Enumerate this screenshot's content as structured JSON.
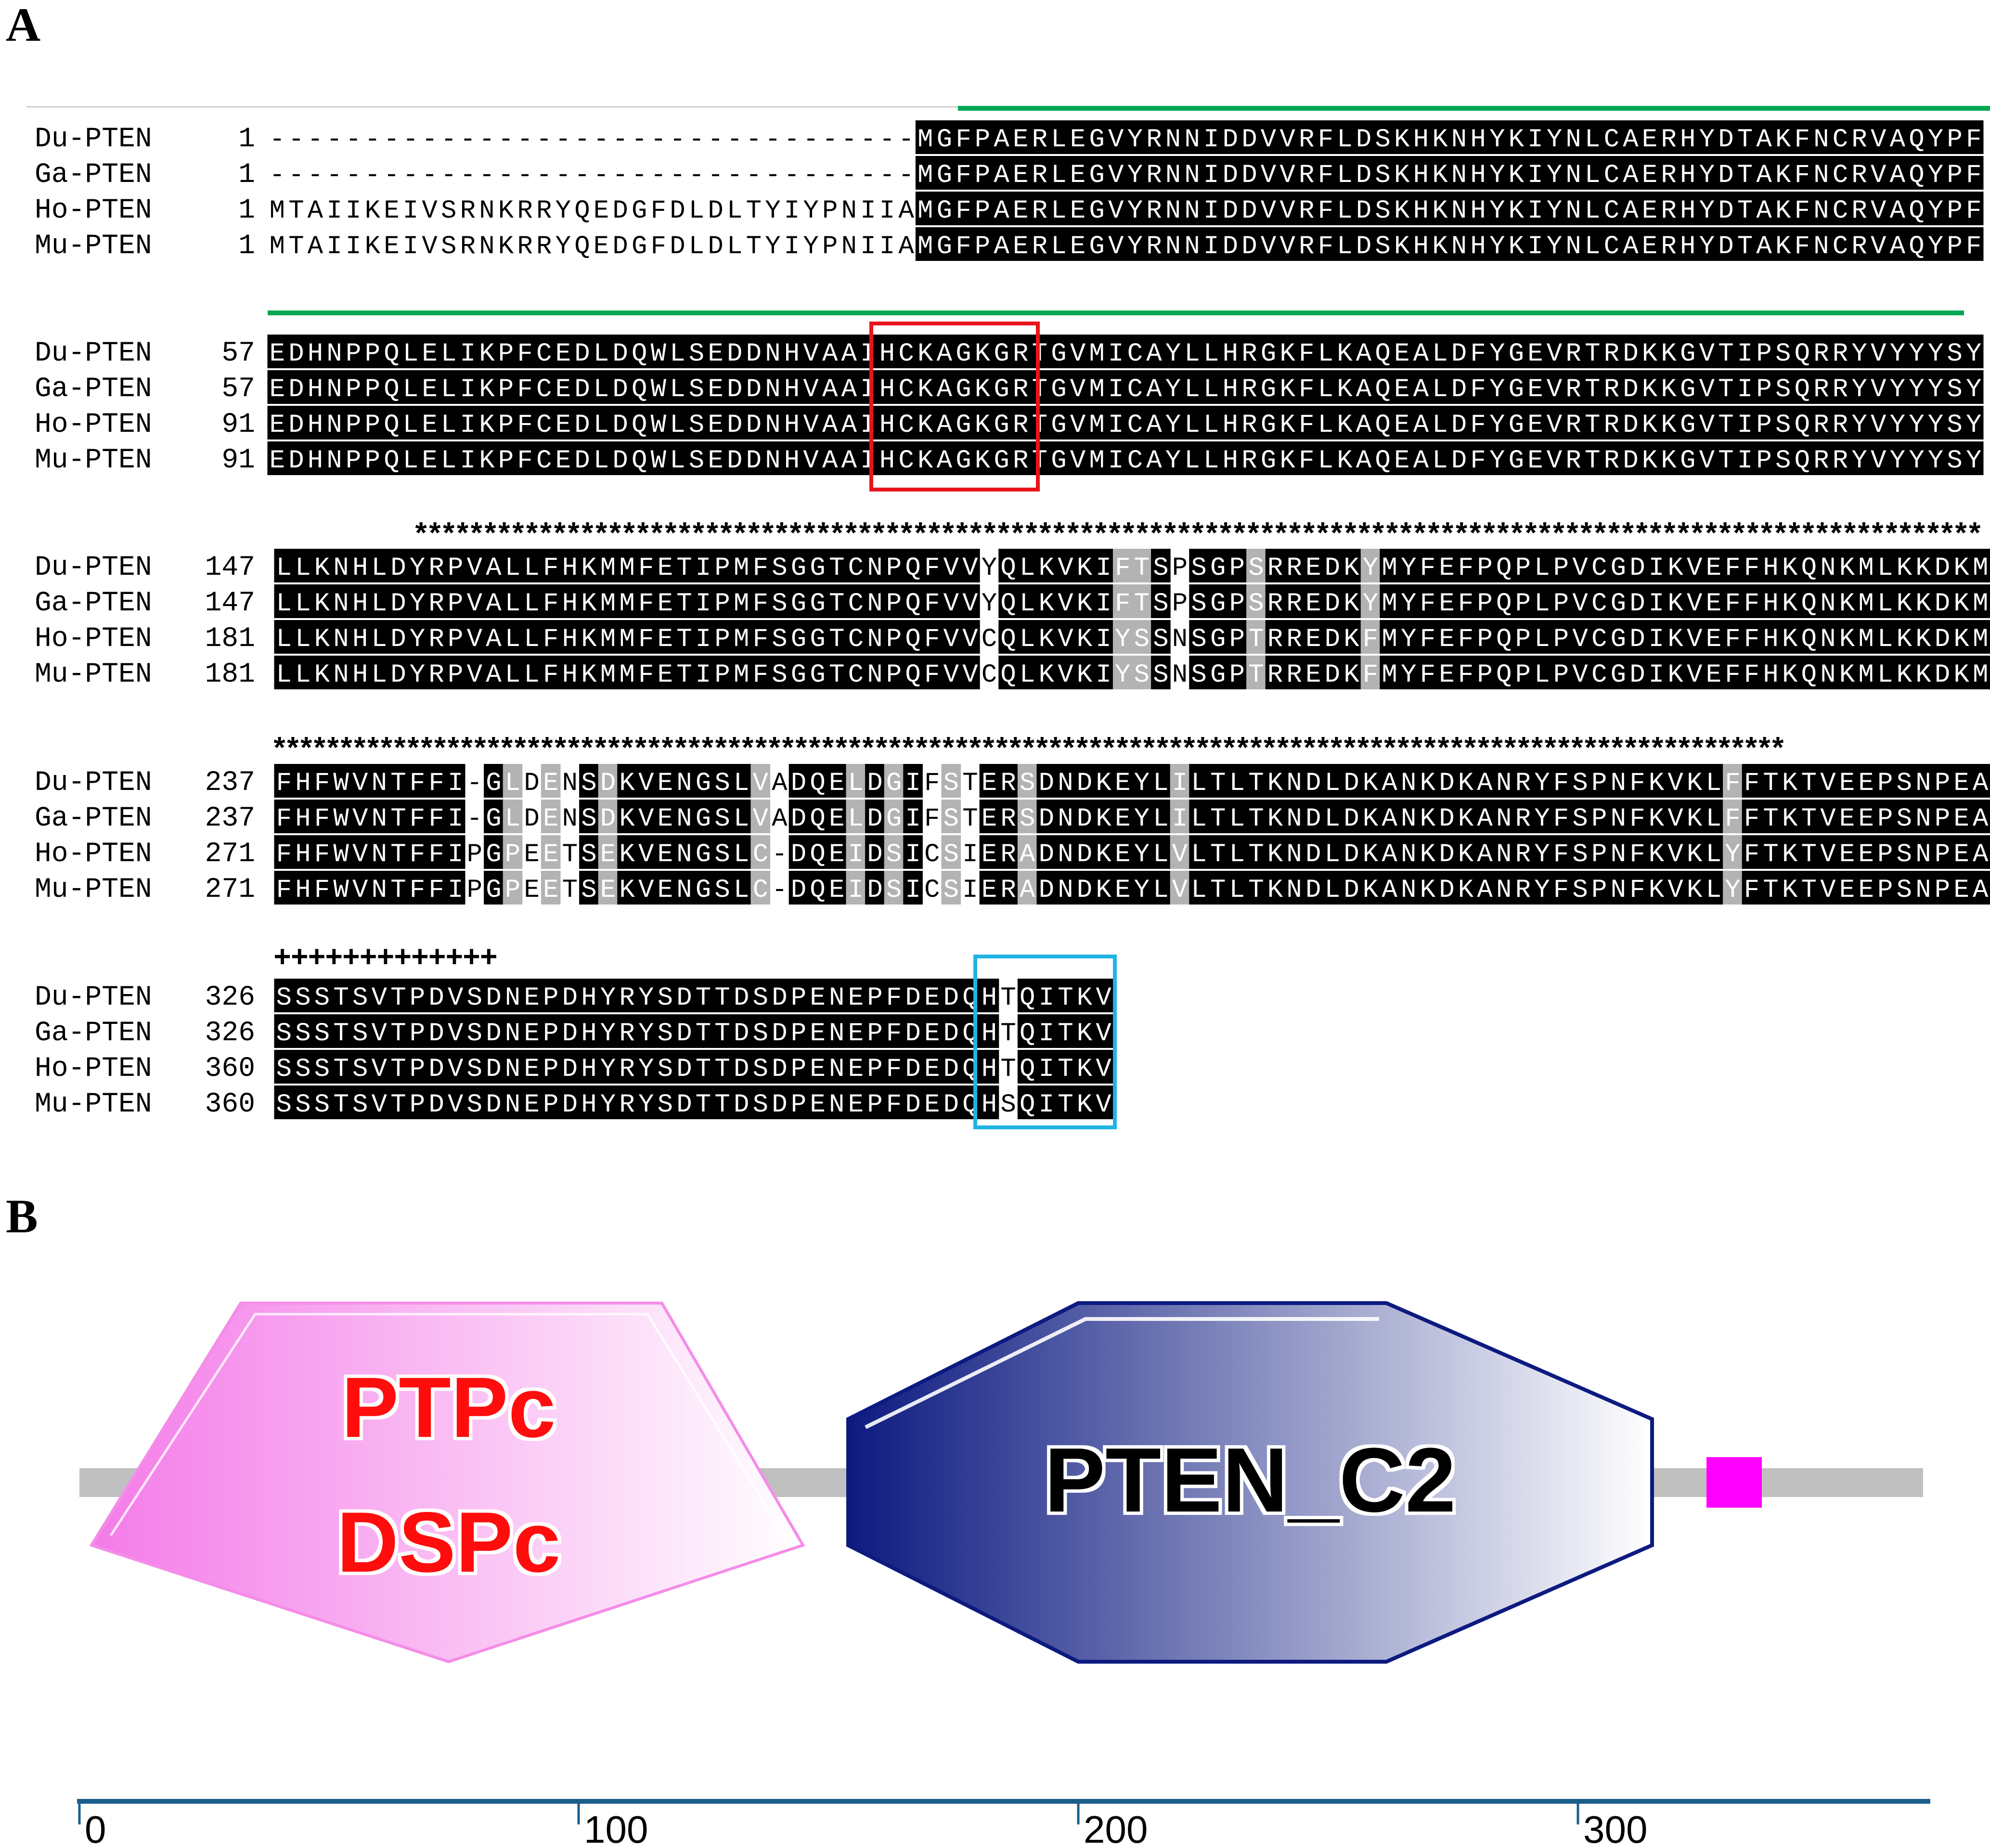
{
  "panel_a": {
    "label": "A",
    "blocks": [
      {
        "rows": [
          {
            "name": "Du-PTEN",
            "start": "1",
            "seq": "----------------------------------MGFPAERLEGVYRNNIDDVVRFLDSKHKNHYKIYNLCAERHYDTAKFNCRVAQYPF"
          },
          {
            "name": "Ga-PTEN",
            "start": "1",
            "seq": "----------------------------------MGFPAERLEGVYRNNIDDVVRFLDSKHKNHYKIYNLCAERHYDTAKFNCRVAQYPF"
          },
          {
            "name": "Ho-PTEN",
            "start": "1",
            "seq": "MTAIIKEIVSRNKRRYQEDGFDLDLTYIYPNIIAMGFPAERLEGVYRNNIDDVVRFLDSKHKNHYKIYNLCAERHYDTAKFNCRVAQYPF"
          },
          {
            "name": "Mu-PTEN",
            "start": "1",
            "seq": "MTAIIKEIVSRNKRRYQEDGFDLDLTYIYPNIIAMGFPAERLEGVYRNNIDDVVRFLDSKHKNHYKIYNLCAERHYDTAKFNCRVAQYPF"
          }
        ],
        "gray": []
      },
      {
        "rows": [
          {
            "name": "Du-PTEN",
            "start": "57",
            "seq": "EDHNPPQLELIKPFCEDLDQWLSEDDNHVAAIHCKAGKGRTGVMICAYLLHRGKFLKAQEALDFYGEVRTRDKKGVTIPSQRRYVYYYSY"
          },
          {
            "name": "Ga-PTEN",
            "start": "57",
            "seq": "EDHNPPQLELIKPFCEDLDQWLSEDDNHVAAIHCKAGKGRTGVMICAYLLHRGKFLKAQEALDFYGEVRTRDKKGVTIPSQRRYVYYYSY"
          },
          {
            "name": "Ho-PTEN",
            "start": "91",
            "seq": "EDHNPPQLELIKPFCEDLDQWLSEDDNHVAAIHCKAGKGRTGVMICAYLLHRGKFLKAQEALDFYGEVRTRDKKGVTIPSQRRYVYYYSY"
          },
          {
            "name": "Mu-PTEN",
            "start": "91",
            "seq": "EDHNPPQLELIKPFCEDLDQWLSEDDNHVAAIHCKAGKGRTGVMICAYLLHRGKFLKAQEALDFYGEVRTRDKKGVTIPSQRRYVYYYSY"
          }
        ],
        "gray": []
      },
      {
        "rows": [
          {
            "name": "Du-PTEN",
            "start": "147",
            "seq": "LLKNHLDYRPVALLFHKMMFETIPMFSGGTCNPQFVVYQLKVKIFTSPSGPSRREDKYMYFEFPQPLPVCGDIKVEFFHKQNKMLKKDKM"
          },
          {
            "name": "Ga-PTEN",
            "start": "147",
            "seq": "LLKNHLDYRPVALLFHKMMFETIPMFSGGTCNPQFVVYQLKVKIFTSPSGPSRREDKYMYFEFPQPLPVCGDIKVEFFHKQNKMLKKDKM"
          },
          {
            "name": "Ho-PTEN",
            "start": "181",
            "seq": "LLKNHLDYRPVALLFHKMMFETIPMFSGGTCNPQFVVCQLKVKIYSSNSGPTRREDKFMYFEFPQPLPVCGDIKVEFFHKQNKMLKKDKM"
          },
          {
            "name": "Mu-PTEN",
            "start": "181",
            "seq": "LLKNHLDYRPVALLFHKMMFETIPMFSGGTCNPQFVVCQLKVKIYSSNSGPTRREDKFMYFEFPQPLPVCGDIKVEFFHKQNKMLKKDKM"
          }
        ],
        "gray": [
          [
            44,
            45
          ],
          [
            51,
            51
          ],
          [
            57,
            57
          ]
        ]
      },
      {
        "rows": [
          {
            "name": "Du-PTEN",
            "start": "237",
            "seq": "FHFWVNTFFI-GLDENSDKVENGSLVADQELDGIFSTERSDNDKEYLILTLTKNDLDKANKDKANRYFSPNFKVKLFFTKTVEEPSNPEA"
          },
          {
            "name": "Ga-PTEN",
            "start": "237",
            "seq": "FHFWVNTFFI-GLDENSDKVENGSLVADQELDGIFSTERSDNDKEYLILTLTKNDLDKANKDKANRYFSPNFKVKLFFTKTVEEPSNPEA"
          },
          {
            "name": "Ho-PTEN",
            "start": "271",
            "seq": "FHFWVNTFFIPGPEETSEKVENGSLC-DQEIDSICSIERADNDKEYLVLTLTKNDLDKANKDKANRYFSPNFKVKLYFTKTVEEPSNPEA"
          },
          {
            "name": "Mu-PTEN",
            "start": "271",
            "seq": "FHFWVNTFFIPGPEETSEKVENGSLC-DQEIDSICSIERADNDKEYLVLTLTKNDLDKANKDKANRYFSPNFKVKLYFTKTVEEPSNPEA"
          }
        ],
        "gray": [
          [
            12,
            12
          ],
          [
            14,
            14
          ],
          [
            17,
            17
          ],
          [
            25,
            25
          ],
          [
            30,
            30
          ],
          [
            32,
            32
          ],
          [
            35,
            35
          ],
          [
            39,
            39
          ],
          [
            47,
            47
          ],
          [
            76,
            76
          ]
        ]
      },
      {
        "rows": [
          {
            "name": "Du-PTEN",
            "start": "326",
            "seq": "SSSTSVTPDVSDNEPDHYRYSDTTDSDPENEPFDEDQHTQITKV"
          },
          {
            "name": "Ga-PTEN",
            "start": "326",
            "seq": "SSSTSVTPDVSDNEPDHYRYSDTTDSDPENEPFDEDQHTQITKV"
          },
          {
            "name": "Ho-PTEN",
            "start": "360",
            "seq": "SSSTSVTPDVSDNEPDHYRYSDTTDSDPENEPFDEDQHTQITKV"
          },
          {
            "name": "Mu-PTEN",
            "start": "360",
            "seq": "SSSTSVTPDVSDNEPDHYRYSDTTDSDPENEPFDEDQHSQITKV"
          }
        ],
        "gray": []
      }
    ],
    "annotations": {
      "star_line_1": "*****************************************************************************************************************",
      "star_line_2": "*****************************************************************************************************************",
      "plus_line": "+++++++++++++"
    },
    "colors": {
      "conserved_bg": "#000000",
      "conserved_fg": "#ffffff",
      "similar_bg": "#b3b3b3",
      "mismatch_fg": "#000000",
      "green_line": "#00a651",
      "red_box": "#e8141c",
      "blue_box": "#1fb4e3"
    }
  },
  "panel_b": {
    "label": "B",
    "protein_length": 370,
    "domains": [
      {
        "lines": [
          "PTPc",
          "DSPc"
        ],
        "start": 4,
        "end": 146,
        "shape": "pentagon",
        "color": "#f48de8",
        "text_color": "#ff1111"
      },
      {
        "lines": [
          "PTEN_C2"
        ],
        "start": 154,
        "end": 315,
        "shape": "octagon",
        "color": "#0d1a80",
        "text_color": "#000000"
      }
    ],
    "motif": {
      "position": 324,
      "color": "#ff00ff"
    },
    "axis": {
      "min": 0,
      "max": 370,
      "ticks": [
        0,
        100,
        200,
        300
      ],
      "labels": [
        "0",
        "100",
        "200",
        "300"
      ],
      "color": "#1a5e8c"
    }
  }
}
